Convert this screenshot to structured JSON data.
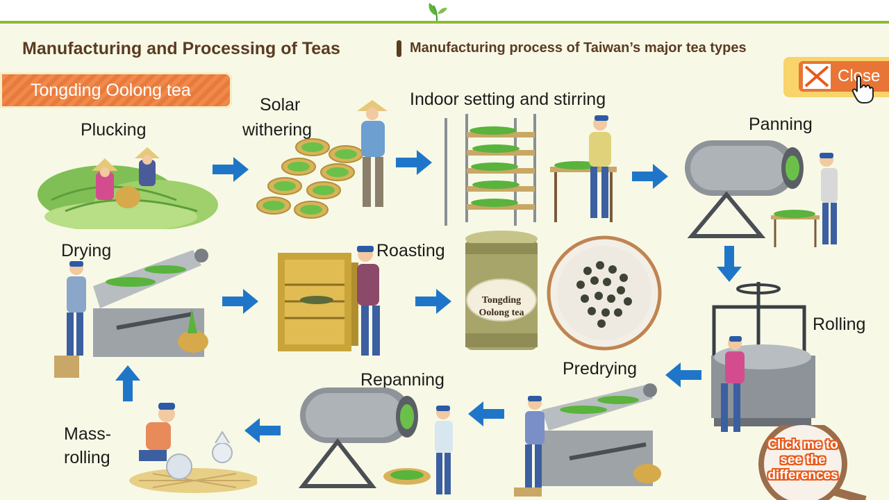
{
  "header": {
    "title": "Manufacturing and Processing of Teas",
    "subtitle": "Manufacturing process of Taiwan’s major tea types"
  },
  "banner": {
    "label": "Tongding Oolong tea"
  },
  "close_button": {
    "label": "Close"
  },
  "steps": {
    "plucking": "Plucking",
    "solar_withering_1": "Solar",
    "solar_withering_2": "withering",
    "indoor": "Indoor setting and stirring",
    "panning": "Panning",
    "rolling": "Rolling",
    "predrying": "Predrying",
    "repanning": "Repanning",
    "mass_rolling_1": "Mass-",
    "mass_rolling_2": "rolling",
    "drying": "Drying",
    "roasting": "Roasting"
  },
  "tea_can": {
    "line1": "Tongding",
    "line2": "Oolong tea"
  },
  "click_me": {
    "line1": "Click me to",
    "line2": "see the",
    "line3": "differences"
  },
  "colors": {
    "arrow": "#1f76c8",
    "accent_orange": "#e87a3c",
    "green_line": "#8dbb2f",
    "title_brown": "#5b3b22"
  },
  "icons": {
    "header": "tea-leaf-icon",
    "close": "close-x-icon",
    "cursor": "hand-pointer-icon",
    "magnifier": "magnifier-icon"
  }
}
